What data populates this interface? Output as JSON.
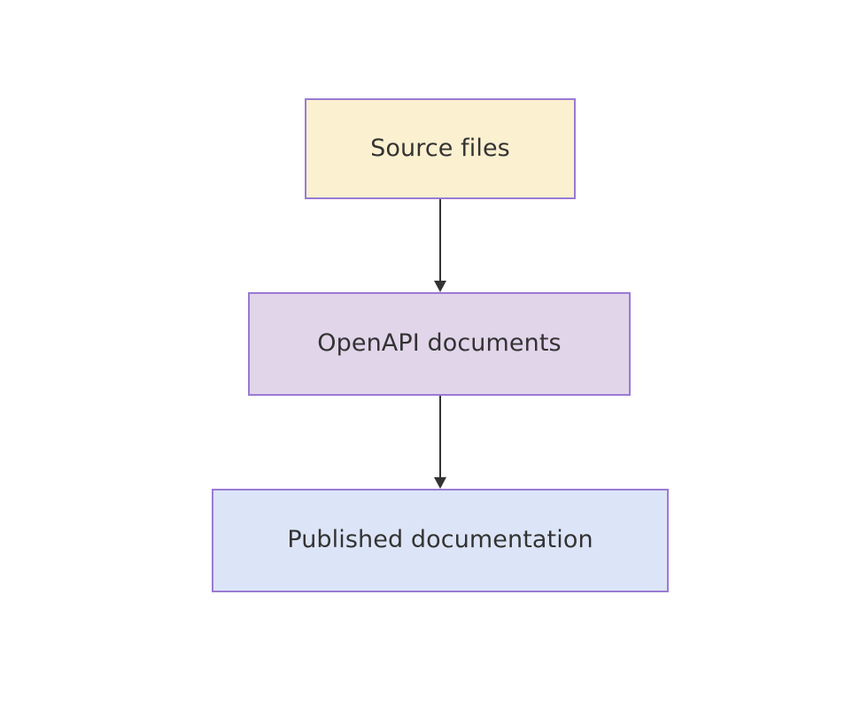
{
  "diagram": {
    "type": "flowchart",
    "direction": "top-to-bottom",
    "background_color": "#ffffff",
    "nodes": [
      {
        "id": "source-files",
        "label": "Source files",
        "fill_color": "#fbf0d0",
        "border_color": "#9a7ad4",
        "text_color": "#333333"
      },
      {
        "id": "openapi-documents",
        "label": "OpenAPI documents",
        "fill_color": "#e1d5ea",
        "border_color": "#9a7ad4",
        "text_color": "#333333"
      },
      {
        "id": "published-documentation",
        "label": "Published documentation",
        "fill_color": "#dce5f7",
        "border_color": "#9a7ad4",
        "text_color": "#333333"
      }
    ],
    "edges": [
      {
        "id": "edge-source-to-openapi",
        "from": "source-files",
        "to": "openapi-documents",
        "label": "",
        "color": "#333333",
        "arrowhead": "filled-triangle"
      },
      {
        "id": "edge-openapi-to-published",
        "from": "openapi-documents",
        "to": "published-documentation",
        "label": "",
        "color": "#333333",
        "arrowhead": "filled-triangle"
      }
    ]
  }
}
